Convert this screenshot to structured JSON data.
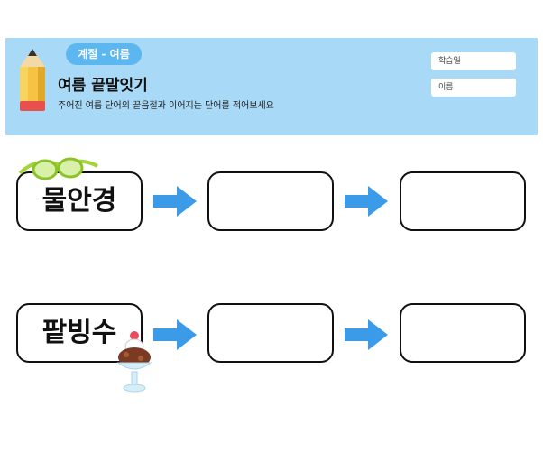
{
  "header": {
    "pill": "계절 - 여름",
    "title": "여름 끝말잇기",
    "subtitle": "주어진 여름 단어의 끝음절과 이어지는 단어를 적어보세요",
    "fields": {
      "date": "학습일",
      "name": "이름"
    }
  },
  "rows": [
    {
      "start_word": "물안경",
      "illustration": "goggles-icon"
    },
    {
      "start_word": "팥빙수",
      "illustration": "sundae-icon"
    }
  ],
  "colors": {
    "header_bg": "#a8d9f7",
    "pill": "#5cb6ef",
    "arrow": "#3c9be8"
  }
}
